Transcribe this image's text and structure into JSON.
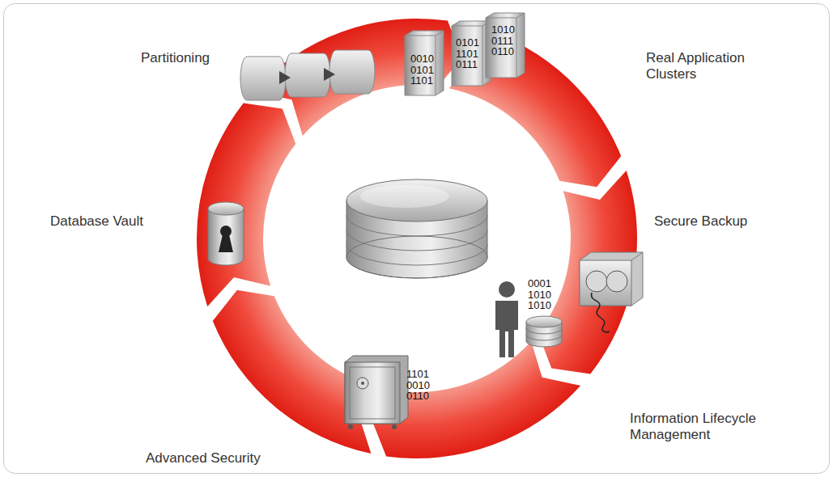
{
  "diagram": {
    "labels": [
      "Partitioning",
      "Real Application Clusters",
      "Secure Backup",
      "Information Lifecycle Management",
      "Advanced Security",
      "Database Vault",
      "0010 0101 1101",
      "0101 1101 0111",
      "1010 0111 0110",
      "0001 1010 1010",
      "1101 0010 0110"
    ]
  }
}
